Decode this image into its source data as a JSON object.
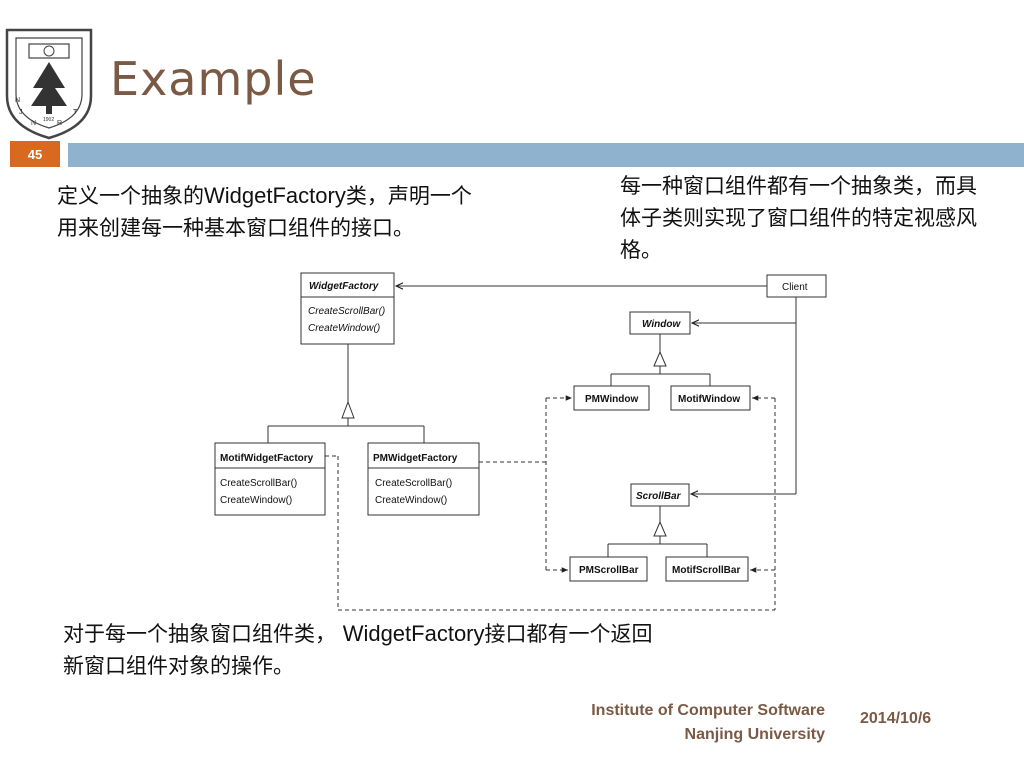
{
  "slide": {
    "title": "Example",
    "number": "45",
    "colors": {
      "accent": "#d9691f",
      "bar": "#8fb3cf",
      "title": "#7a5a45"
    }
  },
  "text": {
    "left_part1": "定义一个抽象的",
    "left_latin": "WidgetFactory",
    "left_part2": "类，声明一个用来创建每一种基本窗口组件的接口。",
    "right": "每一种窗口组件都有一个抽象类，而具体子类则实现了窗口组件的特定视感风格。",
    "bottom_part1": "对于每一个抽象窗口组件类，",
    "bottom_latin": "WidgetFactory",
    "bottom_part2": "接口都有一个返回新窗口组件对象的操作。"
  },
  "diagram": {
    "widget_factory": {
      "name": "WidgetFactory",
      "ops": [
        "CreateScrollBar()",
        "CreateWindow()"
      ]
    },
    "motif_factory": {
      "name": "MotifWidgetFactory",
      "ops": [
        "CreateScrollBar()",
        "CreateWindow()"
      ]
    },
    "pm_factory": {
      "name": "PMWidgetFactory",
      "ops": [
        "CreateScrollBar()",
        "CreateWindow()"
      ]
    },
    "client": "Client",
    "window": "Window",
    "pm_window": "PMWindow",
    "motif_window": "MotifWindow",
    "scrollbar": "ScrollBar",
    "pm_scrollbar": "PMScrollBar",
    "motif_scrollbar": "MotifScrollBar"
  },
  "logo": {
    "text_top": "NANJING UNIVERSITY",
    "year": "1902"
  },
  "footer": {
    "institute_line1": "Institute of Computer Software",
    "institute_line2": "Nanjing University",
    "date": "2014/10/6"
  }
}
